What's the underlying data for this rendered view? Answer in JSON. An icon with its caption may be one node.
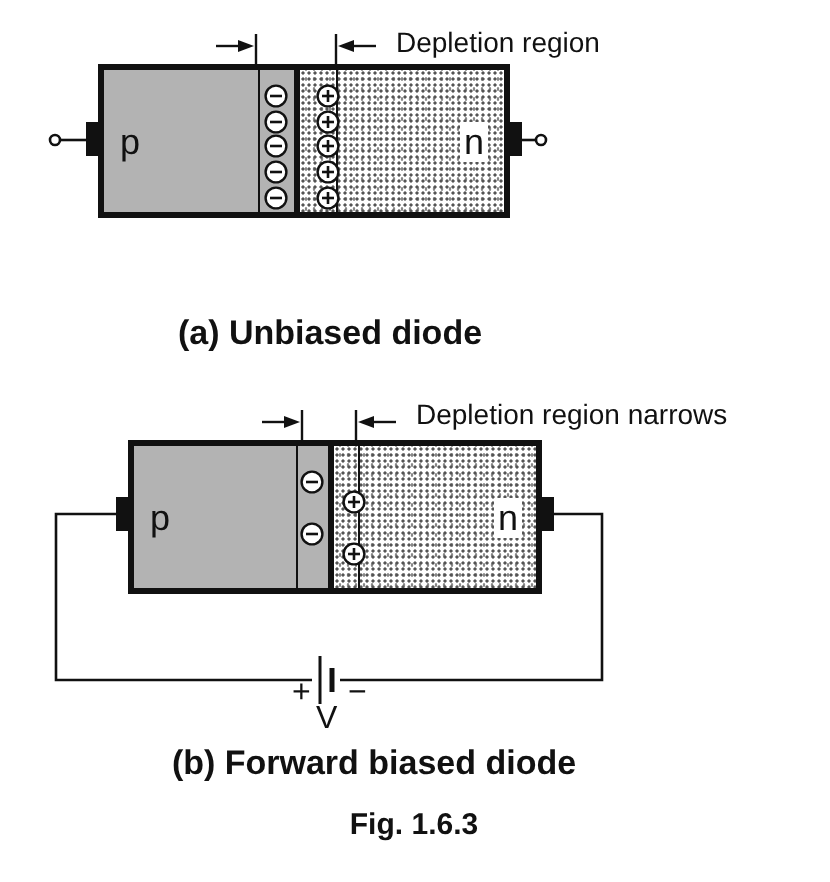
{
  "diagram": {
    "caption": "Fig. 1.6.3",
    "nodes": [
      {
        "text": [
          "p"
        ]
      },
      {
        "text": [
          "n"
        ]
      },
      {
        "text": [
          "p"
        ]
      },
      {
        "text": [
          "n"
        ]
      },
      {
        "text": [],
        "shape": "battery",
        "beside": [
          "+",
          "−",
          "V"
        ]
      }
    ],
    "edges": [
      {
        "from": 4,
        "to": 2,
        "arrow": "other"
      },
      {
        "from": 4,
        "to": 3,
        "arrow": "other"
      }
    ],
    "labels": [
      "Depletion region",
      "(a) Unbiased diode",
      "Depletion region narrows",
      "(b) Forward biased diode"
    ]
  }
}
